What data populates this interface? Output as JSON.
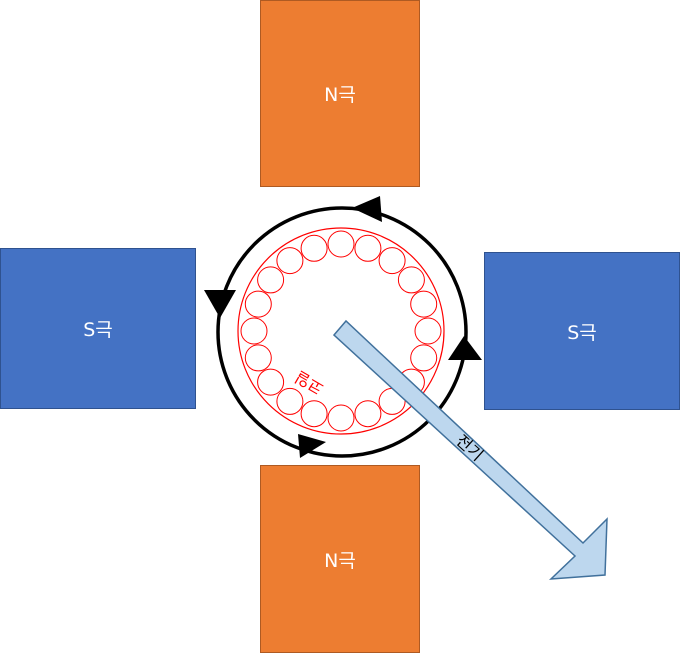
{
  "poles": {
    "top": "N극",
    "bottom": "N극",
    "left": "S극",
    "right": "S극"
  },
  "coil": {
    "label": "코일",
    "winding_count": 20
  },
  "arrow": {
    "label": "전기"
  },
  "colors": {
    "north_pole": "#ED7D31",
    "south_pole": "#4472C4",
    "coil": "#ff0000",
    "arrow_fill": "#BDD7EE",
    "arrow_stroke": "#41719C",
    "rotation": "#000000"
  }
}
